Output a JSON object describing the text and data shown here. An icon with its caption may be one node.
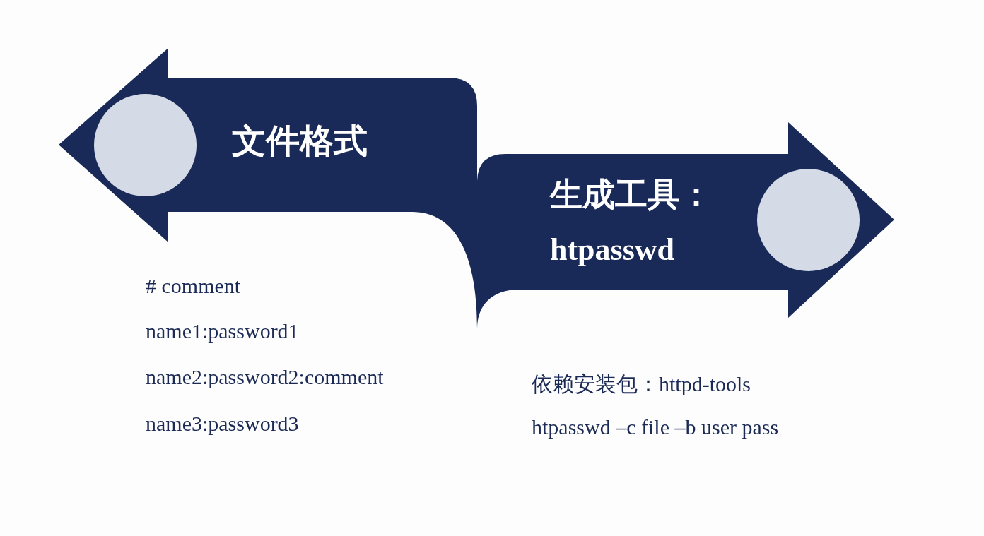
{
  "diagram": {
    "nodes": [
      {
        "text": [
          "文件格式"
        ]
      },
      {
        "text": [],
        "shape": "circle",
        "in": 0
      },
      {
        "text": [
          "生成工具：",
          "htpasswd"
        ]
      },
      {
        "text": [],
        "shape": "circle",
        "in": 2
      }
    ],
    "edges": [],
    "labels": [
      "# comment",
      "name1:password1",
      "name2:password2:comment",
      "name3:password3",
      "依赖安装包：httpd-tools",
      "htpasswd –c file –b user pass"
    ]
  }
}
